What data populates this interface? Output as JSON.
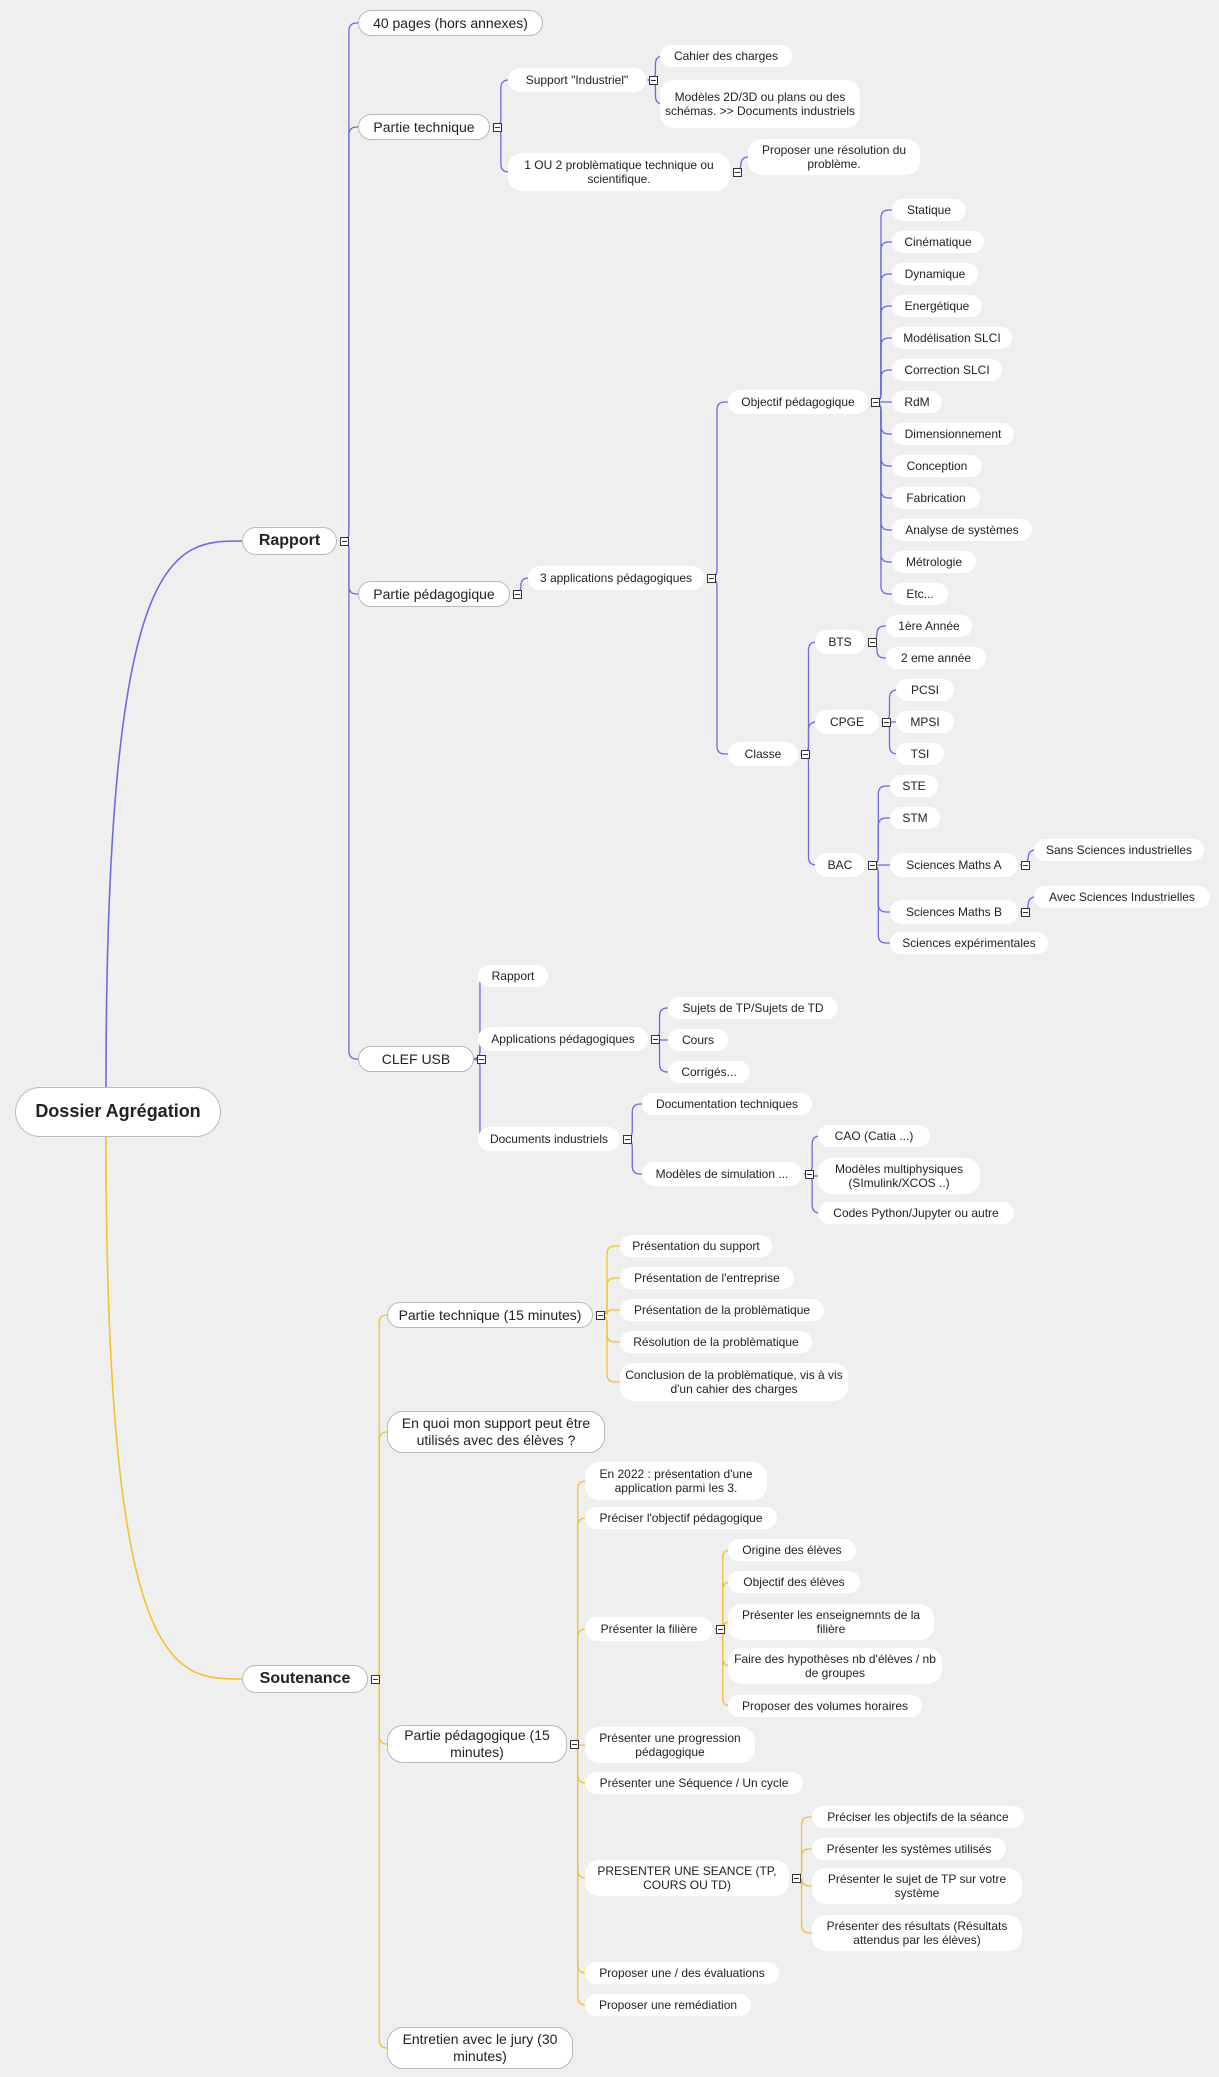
{
  "colors": {
    "blue": "#6b6be0",
    "yellow": "#f2c12e"
  },
  "root": "Dossier Agrégation",
  "n": {
    "rapport": "Rapport",
    "pages": "40 pages (hors annexes)",
    "ptech": "Partie technique",
    "support_ind": "Support \"Industriel\"",
    "cahier": "Cahier des charges",
    "modeles2d": "Modèles 2D/3D ou plans ou des schémas. >> Documents industriels",
    "probleme": "1 OU 2 problèmatique technique ou scientifique.",
    "resolution": "Proposer une résolution du problème.",
    "ppeda": "Partie pédagogique",
    "apps3": "3 applications pédagogiques",
    "objectif": "Objectif pédagogique",
    "statique": "Statique",
    "cinematique": "Cinématique",
    "dynamique": "Dynamique",
    "energetique": "Energétique",
    "modelisation": "Modélisation SLCI",
    "correction": "Correction SLCI",
    "rdm": "RdM",
    "dimensionnement": "Dimensionnement",
    "conception": "Conception",
    "fabrication": "Fabrication",
    "analyse": "Analyse de systèmes",
    "metrologie": "Métrologie",
    "etc": "Etc...",
    "classe": "Classe",
    "bts": "BTS",
    "bts1": "1ère Année",
    "bts2": "2 eme année",
    "cpge": "CPGE",
    "pcsi": "PCSI",
    "mpsi": "MPSI",
    "tsi": "TSI",
    "bac": "BAC",
    "ste": "STE",
    "stm": "STM",
    "smA": "Sciences Maths A",
    "sansSI": "Sans Sciences industrielles",
    "smB": "Sciences Maths B",
    "avecSI": "Avec Sciences Industrielles",
    "sexp": "Sciences expérimentales",
    "clef": "CLEF USB",
    "c_rapport": "Rapport",
    "c_apps": "Applications pédagogiques",
    "sujets": "Sujets de TP/Sujets de TD",
    "cours": "Cours",
    "corriges": "Corrigés...",
    "docind": "Documents industriels",
    "doctech": "Documentation techniques",
    "modsim": "Modèles de simulation ...",
    "cao": "CAO (Catia ...)",
    "multiphys": "Modèles multiphysiques (SImulink/XCOS ..)",
    "codes": "Codes Python/Jupyter ou autre",
    "soutenance": "Soutenance",
    "s_ptech": "Partie technique (15 minutes)",
    "s_pres_support": "Présentation du support",
    "s_pres_entreprise": "Présentation de l'entreprise",
    "s_pres_prob": "Présentation de la problèmatique",
    "s_res_prob": "Résolution de la problèmatique",
    "s_conclusion": "Conclusion de la problèmatique, vis à vis d'un cahier des charges",
    "s_enquoi": "En quoi mon support peut être utilisés avec des élèves ?",
    "s_ppeda": "Partie pédagogique (15 minutes)",
    "en2022": "En 2022 : présentation d'une application parmi les 3.",
    "preciser_obj": "Préciser l'objectif pédagogique",
    "presenter_filiere": "Présenter la filière",
    "origine": "Origine des élèves",
    "obj_eleves": "Objectif des élèves",
    "enseignements": "Présenter les enseignemnts de la filière",
    "hypotheses": "Faire des hypothèses nb d'élèves / nb de groupes",
    "volumes": "Proposer des volumes horaires",
    "progression": "Présenter une progression pédagogique",
    "sequence": "Présenter une Séquence / Un cycle",
    "seance": "PRESENTER UNE SEANCE (TP, COURS OU TD)",
    "obj_seance": "Préciser les objectifs de la séance",
    "systemes": "Présenter les systèmes utilisés",
    "sujet_tp": "Présenter le sujet de TP sur votre système",
    "resultats": "Présenter des résultats (Résultats attendus par les élèves)",
    "evaluations": "Proposer une / des évaluations",
    "remediation": "Proposer une remédiation",
    "entretien": "Entretien avec le jury (30 minutes)"
  }
}
